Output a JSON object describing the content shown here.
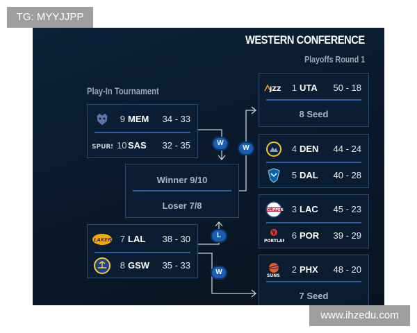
{
  "watermarks": {
    "top_left": "TG: MYYJJPP",
    "bottom_right": "www.ihzedu.com"
  },
  "header": {
    "conference": "WESTERN CONFERENCE",
    "round": "Playoffs Round 1"
  },
  "play_in": {
    "title": "Play-In Tournament",
    "game_9_10": [
      {
        "seed": "9",
        "team": "MEM",
        "record": "34 - 33",
        "logo": "grizzlies-logo-icon"
      },
      {
        "seed": "10",
        "team": "SAS",
        "record": "32 - 35",
        "logo": "spurs-logo-icon"
      }
    ],
    "game_7_8": [
      {
        "seed": "7",
        "team": "LAL",
        "record": "38 - 30",
        "logo": "lakers-logo-icon"
      },
      {
        "seed": "8",
        "team": "GSW",
        "record": "35 - 33",
        "logo": "warriors-logo-icon"
      }
    ],
    "center_box": {
      "winner": "Winner 9/10",
      "loser": "Loser 7/8"
    }
  },
  "badges": {
    "win": "W",
    "loss": "L"
  },
  "round1": {
    "matchup1": {
      "seed": "1",
      "team": "UTA",
      "record": "50 - 18",
      "logo": "jazz-logo-icon",
      "opponent": "8 Seed"
    },
    "matchup2": [
      {
        "seed": "4",
        "team": "DEN",
        "record": "44 - 24",
        "logo": "nuggets-logo-icon"
      },
      {
        "seed": "5",
        "team": "DAL",
        "record": "40 - 28",
        "logo": "mavericks-logo-icon"
      }
    ],
    "matchup3": [
      {
        "seed": "3",
        "team": "LAC",
        "record": "45 - 23",
        "logo": "clippers-logo-icon"
      },
      {
        "seed": "6",
        "team": "POR",
        "record": "39 - 29",
        "logo": "trailblazers-logo-icon"
      }
    ],
    "matchup4": {
      "seed": "2",
      "team": "PHX",
      "record": "48 - 20",
      "logo": "suns-logo-icon",
      "opponent": "7 Seed"
    }
  },
  "colors": {
    "background": "#0a1a2c",
    "box_border": "#2a4a6e",
    "separator": "#2c5fa0",
    "badge": "#1a5fb4",
    "connector": "#c7d0d8"
  }
}
